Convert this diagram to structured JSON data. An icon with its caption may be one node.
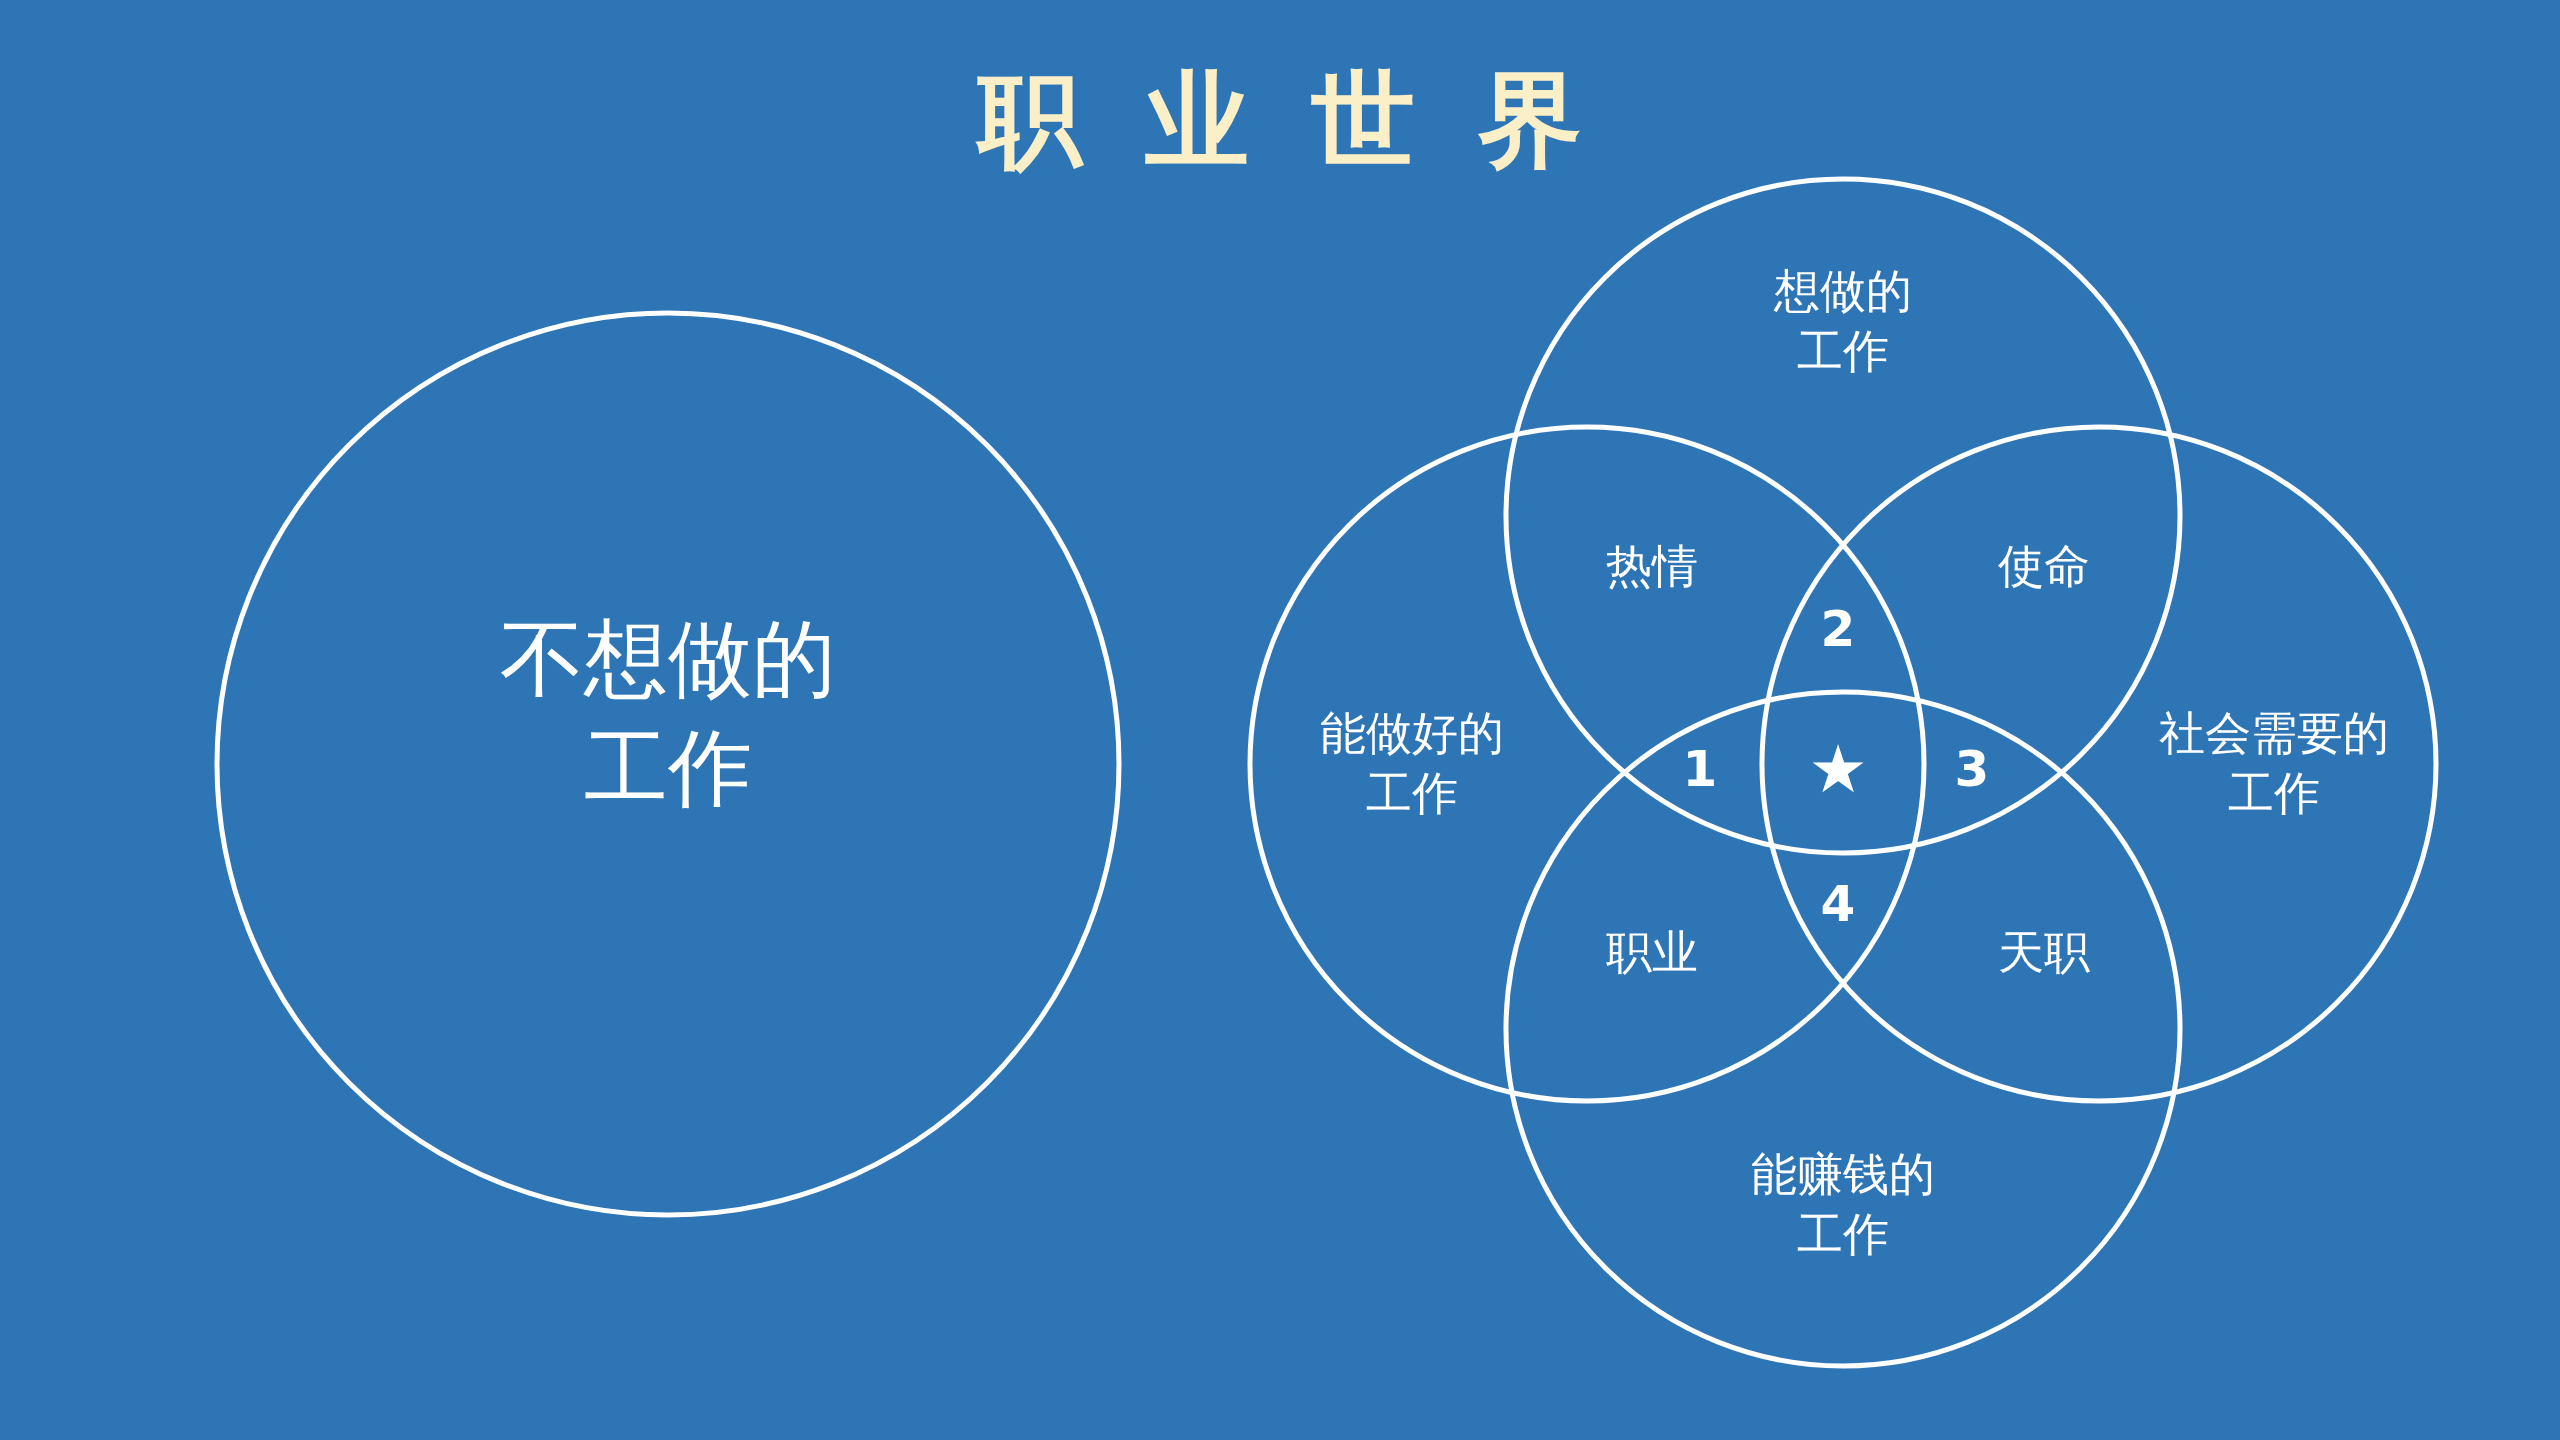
{
  "diagram": {
    "title": "职业世界",
    "nodes": [
      {
        "text": [
          "不想做的工作"
        ]
      },
      {
        "text": [
          "想做的工作"
        ]
      },
      {
        "text": [
          "能做好的工作"
        ]
      },
      {
        "text": [
          "社会需要的工作"
        ]
      },
      {
        "text": [
          "能赚钱的工作"
        ]
      }
    ],
    "edges": [],
    "labels": [
      "热情",
      "使命",
      "2",
      "1",
      "★",
      "3",
      "4",
      "职业",
      "天职"
    ]
  }
}
